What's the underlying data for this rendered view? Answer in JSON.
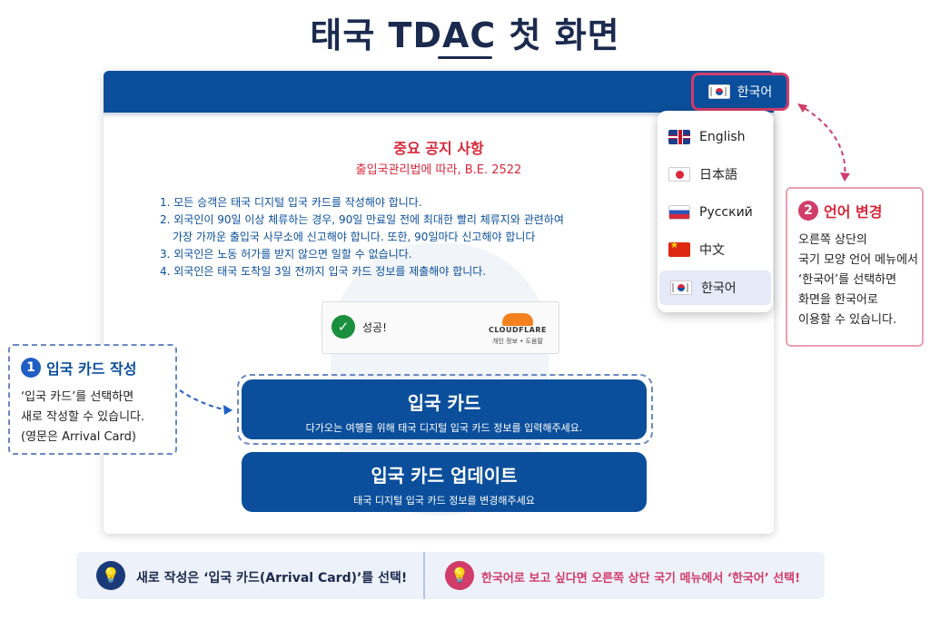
{
  "header": {
    "title": "태국 TDAC 첫 화면"
  },
  "topbar": {
    "language_button": {
      "label": "한국어",
      "flag_icon": "korea-flag-icon"
    }
  },
  "language_menu": {
    "items": [
      {
        "label": "English",
        "icon": "uk-flag-icon"
      },
      {
        "label": "日本語",
        "icon": "japan-flag-icon"
      },
      {
        "label": "Русский",
        "icon": "russia-flag-icon"
      },
      {
        "label": "中文",
        "icon": "china-flag-icon"
      },
      {
        "label": "한국어",
        "icon": "korea-flag-icon",
        "selected": true
      }
    ]
  },
  "notice": {
    "title": "중요 공지 사항",
    "subtitle": "출입국관리법에 따라, B.E. 2522",
    "rules": [
      "1. 모든 승객은 태국 디지털 입국 카드를 작성해야 합니다.",
      "2. 외국인이 90일 이상 체류하는 경우, 90일 만료일 전에 최대한 빨리 체류지와 관련하여",
      "가장 가까운 출입국 사무소에 신고해야 합니다. 또한, 90일마다 신고해야 합니다",
      "3. 외국인은 노동 허가를 받지 않으면 일할 수 없습니다.",
      "4. 외국인은 태국 도착일 3일 전까지 입국 카드 정보를 제출해야 합니다."
    ]
  },
  "captcha": {
    "status": "성공!",
    "brand": "CLOUDFLARE",
    "links": "개인 정보 • 도움말"
  },
  "buttons": {
    "arrival_card": {
      "title": "입국 카드",
      "subtitle": "다가오는 여행을 위해 태국 디지털 입국 카드 정보를 입력해주세요."
    },
    "update_card": {
      "title": "입국 카드 업데이트",
      "subtitle": "태국 디지털 입국 카드 정보를 변경해주세요"
    }
  },
  "callouts": {
    "left": {
      "number": "1",
      "title": "입국 카드 작성",
      "lines": [
        "‘입국 카드’를 선택하면",
        "새로 작성할 수 있습니다.",
        "(영문은 Arrival Card)"
      ]
    },
    "right": {
      "number": "2",
      "title": "언어 변경",
      "lines": [
        "오른쪽 상단의",
        "국기 모양 언어 메뉴에서",
        "‘한국어’를 선택하면",
        "화면을 한국어로",
        "이용할 수 있습니다."
      ]
    }
  },
  "tips": {
    "left": "새로 작성은 ‘입국 카드(Arrival Card)’를 선택!",
    "right": "한국어로 보고 싶다면 오른쪽 상단 국기 메뉴에서 ‘한국어’ 선택!"
  },
  "colors": {
    "brand_blue": "#0b4f9c",
    "accent_pink": "#d13c6b",
    "notice_red": "#d8283b",
    "dark_navy": "#1b2a4e"
  }
}
